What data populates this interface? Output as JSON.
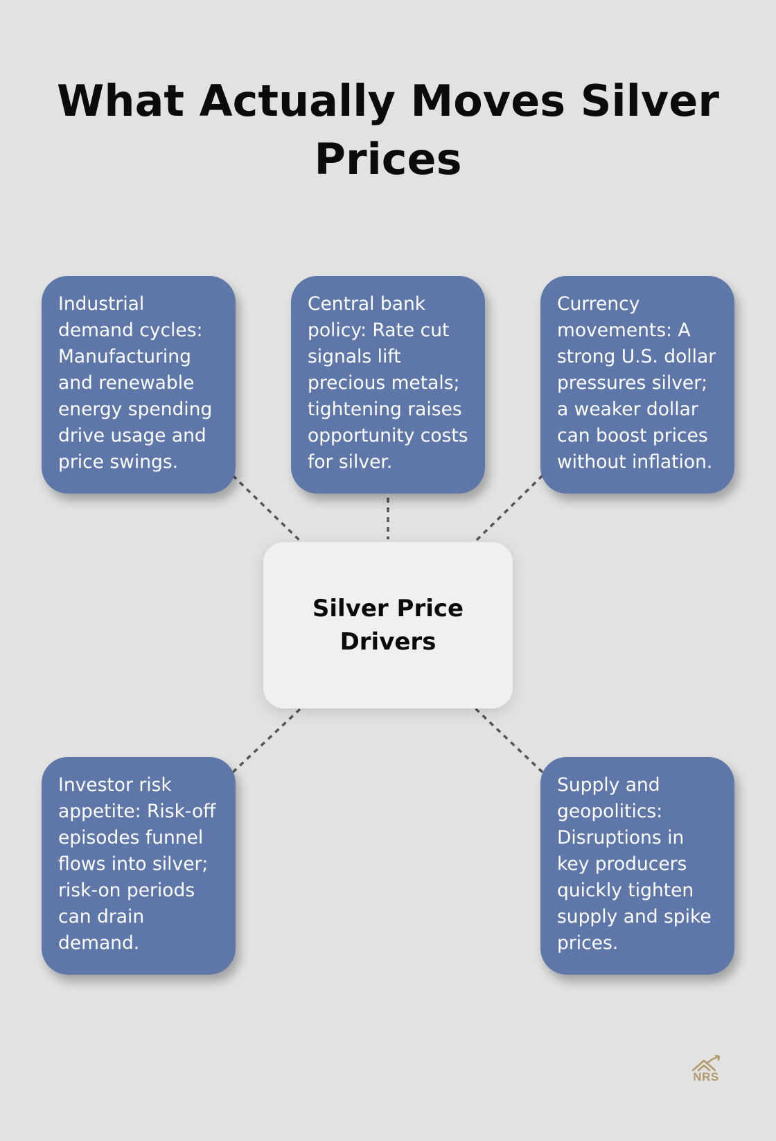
{
  "title": "What Actually Moves Silver Prices",
  "center": {
    "label": "Silver Price Drivers"
  },
  "drivers": [
    {
      "text": "Industrial demand cycles: Manufacturing and renewable energy spending drive usage and price swings."
    },
    {
      "text": "Central bank policy: Rate cut signals lift precious metals; tightening raises opportunity costs for silver."
    },
    {
      "text": "Currency movements: A strong U.S. dollar pressures silver; a weaker dollar can boost prices without inflation."
    },
    {
      "text": "Investor risk appetite: Risk-off episodes funnel flows into silver; risk-on periods can drain demand."
    },
    {
      "text": "Supply and geopolitics: Disruptions in key producers quickly tighten supply and spike prices."
    }
  ],
  "logo": {
    "text": "NRS"
  },
  "colors": {
    "background": "#e1e2e1",
    "driver_box": "#5e77a8",
    "center_box": "#eef0f2",
    "connector": "#555555",
    "logo": "#b39a6b"
  }
}
